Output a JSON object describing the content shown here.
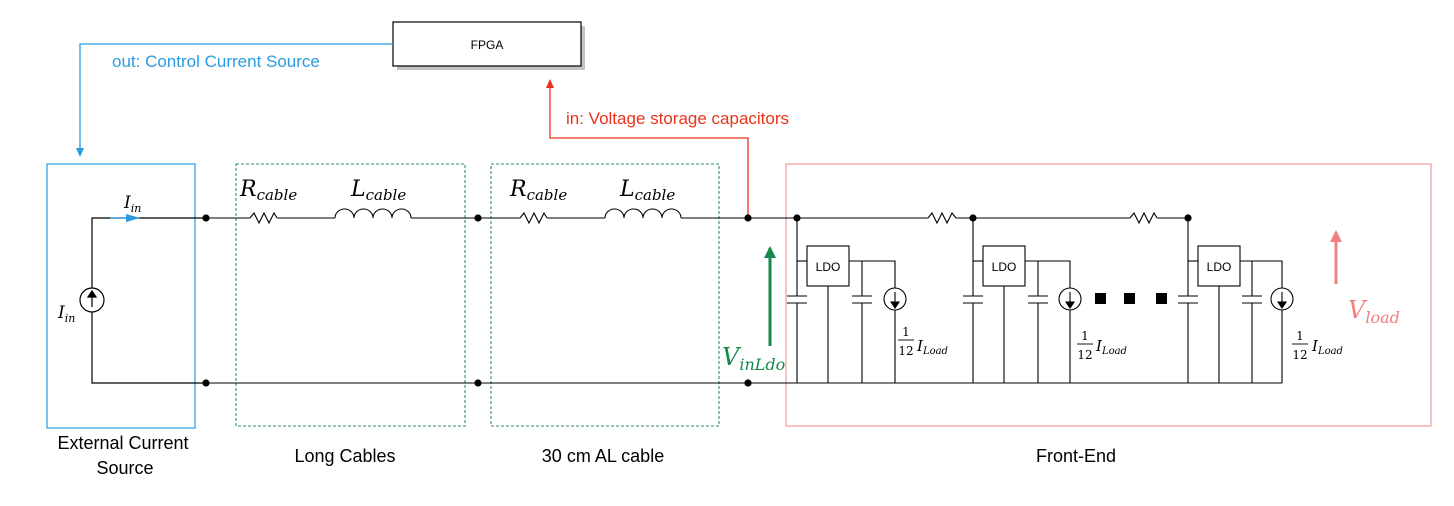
{
  "fpga": {
    "label": "FPGA"
  },
  "arrows": {
    "out_label": "out: Control Current Source",
    "in_label": "in: Voltage storage capacitors"
  },
  "source": {
    "iin_top_base": "I",
    "iin_top_sub": "in",
    "iin_side_base": "I",
    "iin_side_sub": "in"
  },
  "cable1": {
    "r_base": "R",
    "r_sub": "cable",
    "l_base": "L",
    "l_sub": "cable"
  },
  "cable2": {
    "r_base": "R",
    "r_sub": "cable",
    "l_base": "L",
    "l_sub": "cable"
  },
  "ldo": {
    "label": "LDO"
  },
  "load": {
    "num": "1",
    "den": "12",
    "base": "I",
    "sub": "Load"
  },
  "voltages": {
    "vinldo_base": "V",
    "vinldo_sub": "inLdo",
    "vload_base": "V",
    "vload_sub": "load"
  },
  "blocks": {
    "source": [
      "External Current",
      "Source"
    ],
    "long": "Long Cables",
    "al": "30 cm AL cable",
    "frontend": "Front-End"
  },
  "colors": {
    "blue": "#2a9be2",
    "teal": "#2e8b7a",
    "red_text": "#e8331b",
    "red_box": "#f09a9a",
    "green": "#138a4a",
    "pink": "#f08080"
  }
}
